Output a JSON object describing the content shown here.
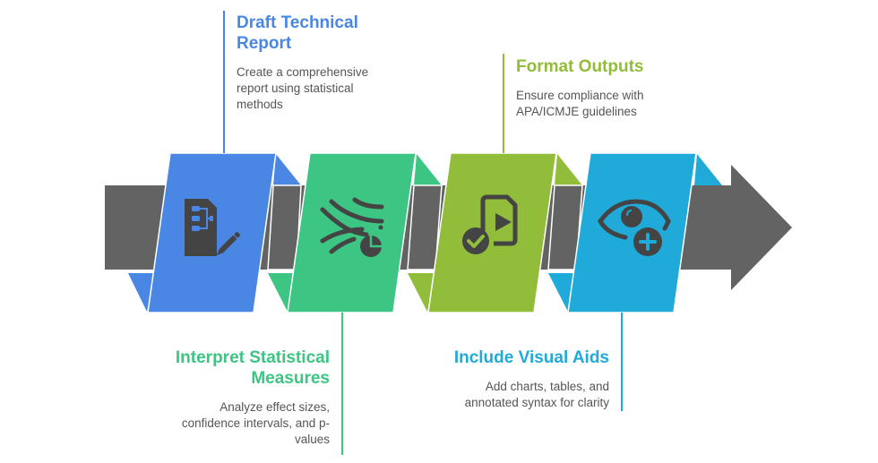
{
  "steps": [
    {
      "title": "Draft Technical Report",
      "title_lines": [
        "Draft Technical",
        "Report"
      ],
      "description_lines": [
        "Create a comprehensive",
        "report using statistical",
        "methods"
      ],
      "icon": "document-edit-icon",
      "color": "#4a86e4"
    },
    {
      "title": "Interpret Statistical Measures",
      "title_lines": [
        "Interpret Statistical",
        "Measures"
      ],
      "description_lines": [
        "Analyze effect sizes,",
        "confidence intervals, and p-",
        "values"
      ],
      "icon": "data-flow-pie-icon",
      "color": "#3dc584"
    },
    {
      "title": "Format Outputs",
      "title_lines": [
        "Format Outputs"
      ],
      "description_lines": [
        "Ensure compliance with",
        "APA/ICMJE guidelines"
      ],
      "icon": "media-file-check-icon",
      "color": "#92bd3a"
    },
    {
      "title": "Include Visual Aids",
      "title_lines": [
        "Include Visual Aids"
      ],
      "description_lines": [
        "Add charts, tables, and",
        "annotated syntax for clarity"
      ],
      "icon": "eye-plus-icon",
      "color": "#1faad9"
    }
  ],
  "arrow_color": "#636363",
  "icon_color": "#444444"
}
